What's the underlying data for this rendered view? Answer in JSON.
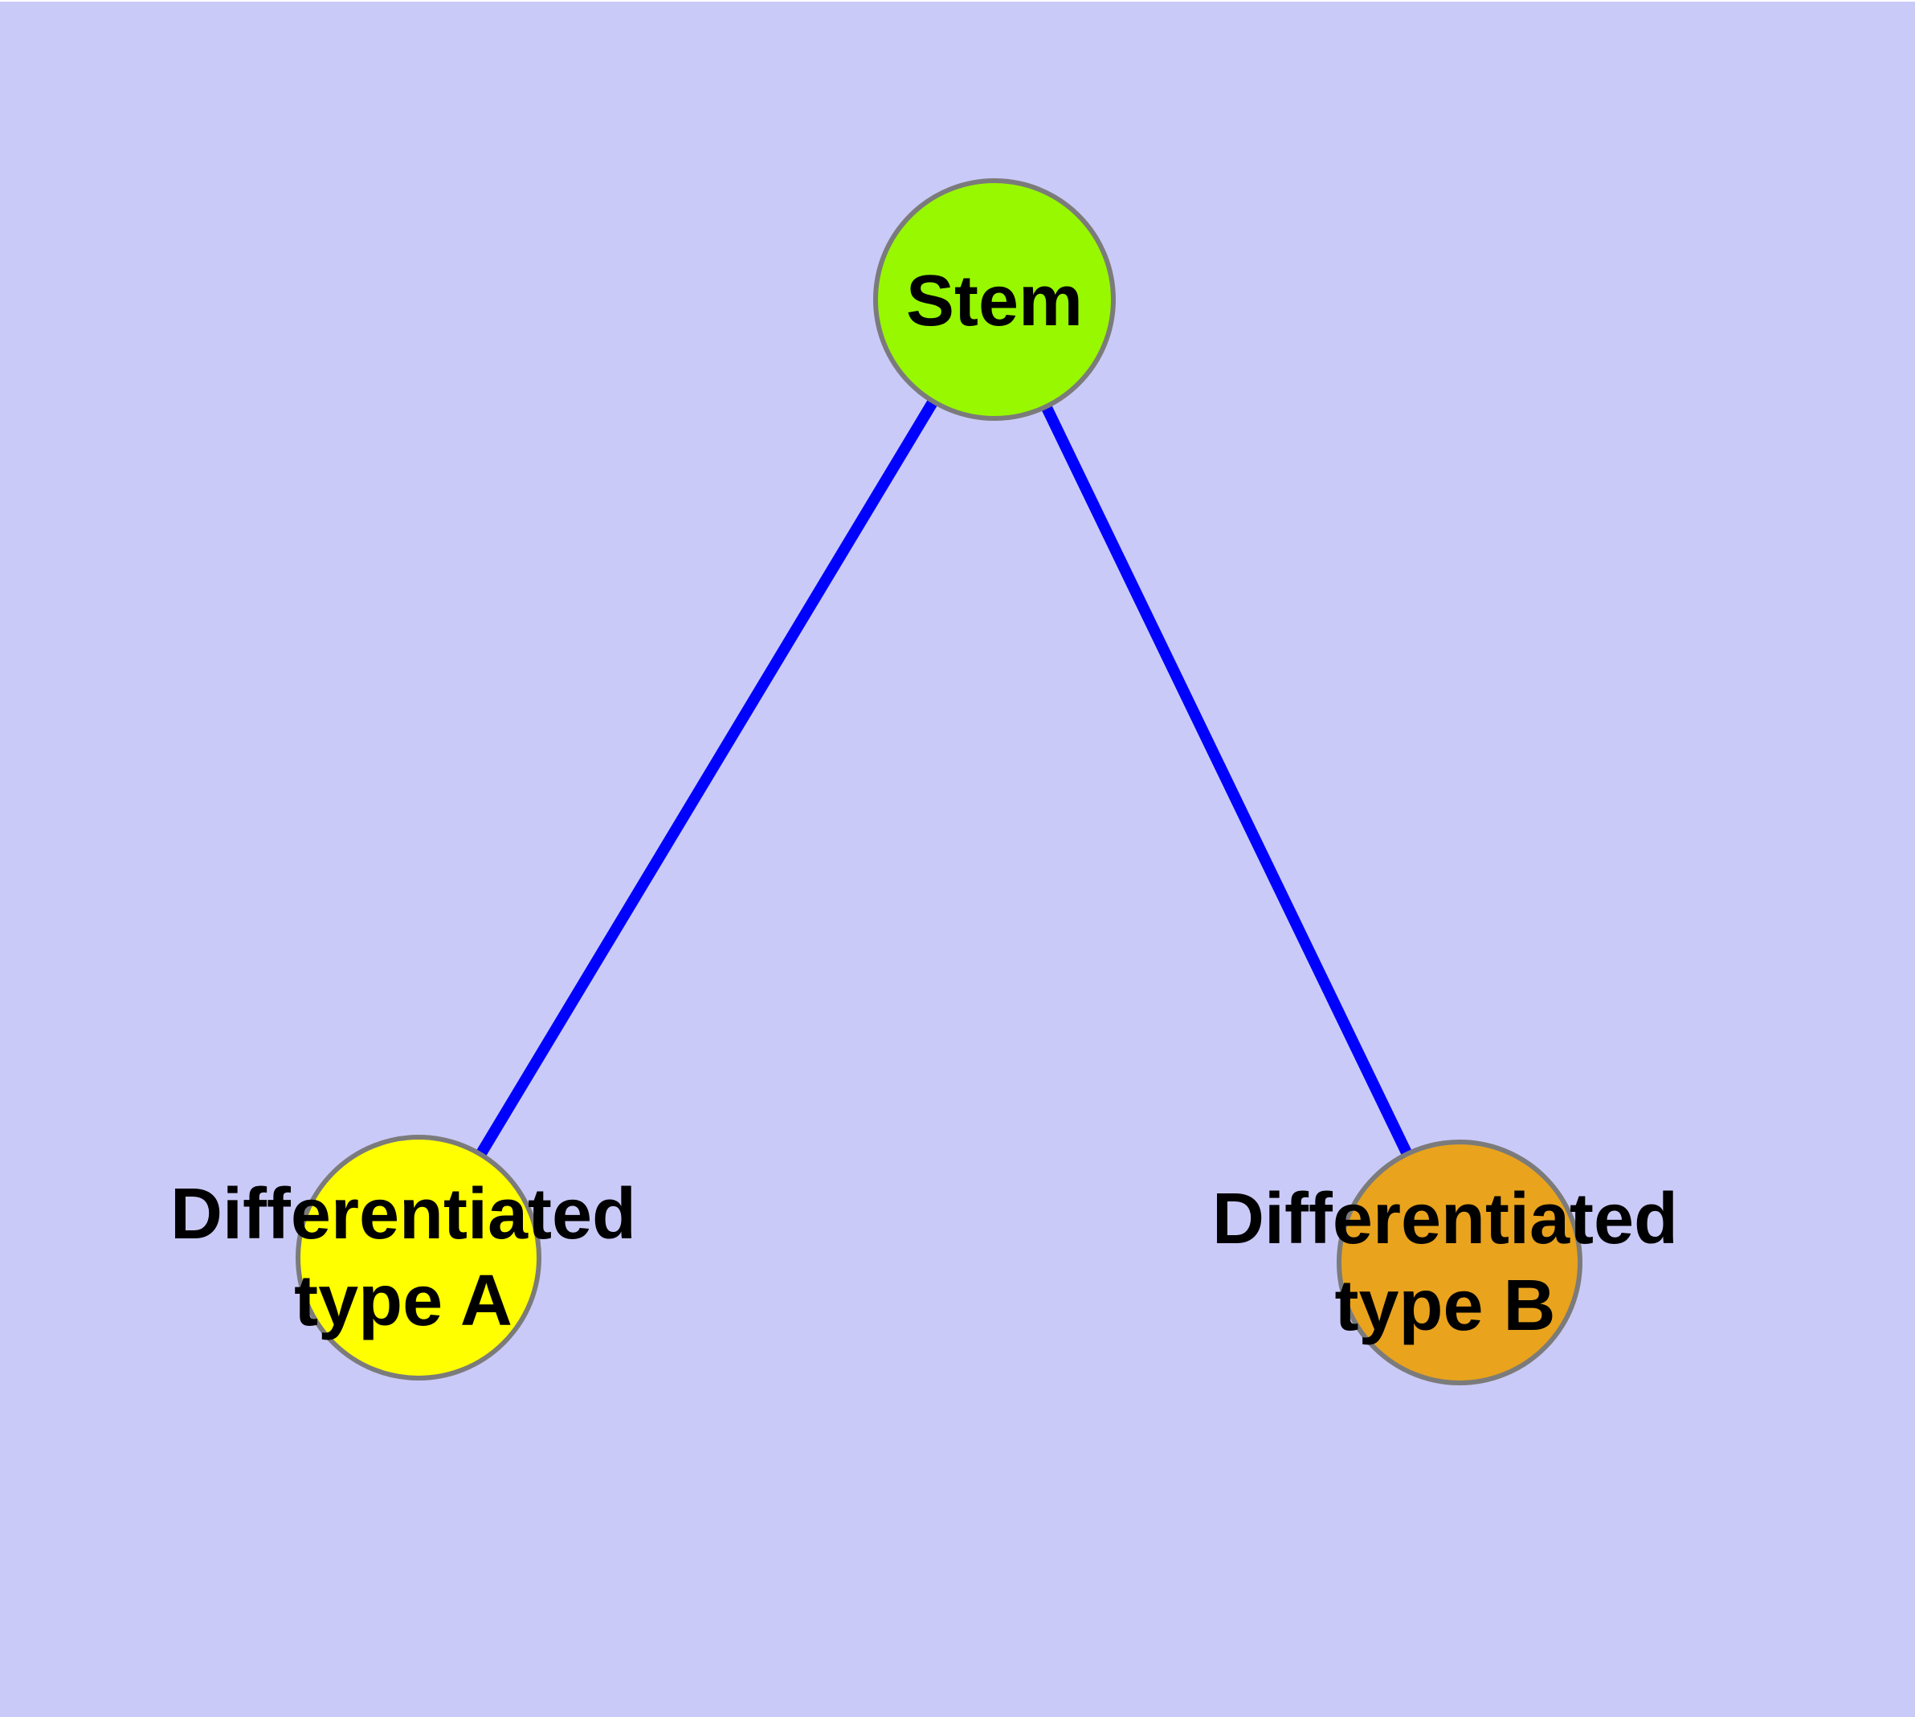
{
  "diagram": {
    "type": "graph",
    "background_color": "#CACAF8",
    "edge_color": "#0000FF",
    "node_border_color": "#7B7B7B",
    "label_color": "#000000",
    "nodes": [
      {
        "id": "stem",
        "label": "Stem",
        "lines": [
          "Stem"
        ],
        "fill_color": "#97F800"
      },
      {
        "id": "differentiated-type-a",
        "label": "Differentiated type A",
        "lines": [
          "Differentiated",
          "type A"
        ],
        "fill_color": "#FFFF00"
      },
      {
        "id": "differentiated-type-b",
        "label": "Differentiated type B",
        "lines": [
          "Differentiated",
          "type B"
        ],
        "fill_color": "#E9A31D"
      }
    ],
    "edges": [
      {
        "from": "Stem",
        "to": "Differentiated type A"
      },
      {
        "from": "Stem",
        "to": "Differentiated type B"
      }
    ]
  }
}
